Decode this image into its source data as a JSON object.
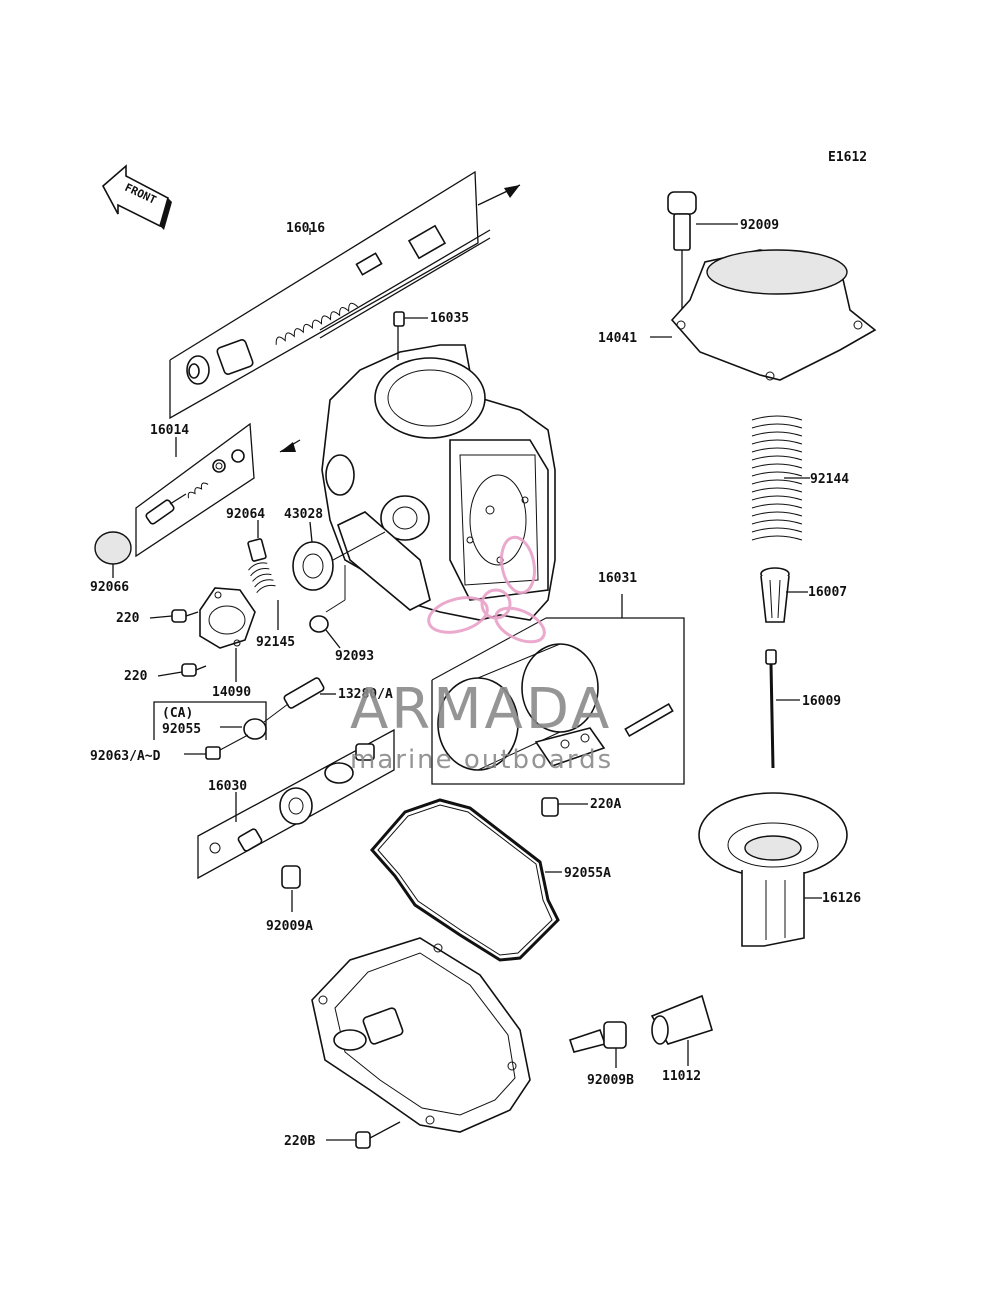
{
  "diagram_code": "E1612",
  "front_label": "FRONT",
  "watermark": {
    "brand": "ARMADA",
    "tagline": "marine outboards",
    "accent_color": "#e8a0c8",
    "text_color": "#8a8a8a"
  },
  "labels": {
    "p16016": "16016",
    "p16035": "16035",
    "p16014": "16014",
    "p92066": "92066",
    "p92064": "92064",
    "p43028": "43028",
    "p220_a": "220",
    "p92145": "92145",
    "p92093": "92093",
    "p220_b": "220",
    "p14090": "14090",
    "p13280": "13280/A",
    "ca": "(CA)",
    "p92055": "92055",
    "p92063": "92063/A~D",
    "p16030": "16030",
    "p92009A": "92009A",
    "p16031": "16031",
    "p220A": "220A",
    "p92055A": "92055A",
    "p220B": "220B",
    "p92009B": "92009B",
    "p11012": "11012",
    "p92009": "92009",
    "p14041": "14041",
    "p92144": "92144",
    "p16007": "16007",
    "p16009": "16009",
    "p16126": "16126"
  }
}
